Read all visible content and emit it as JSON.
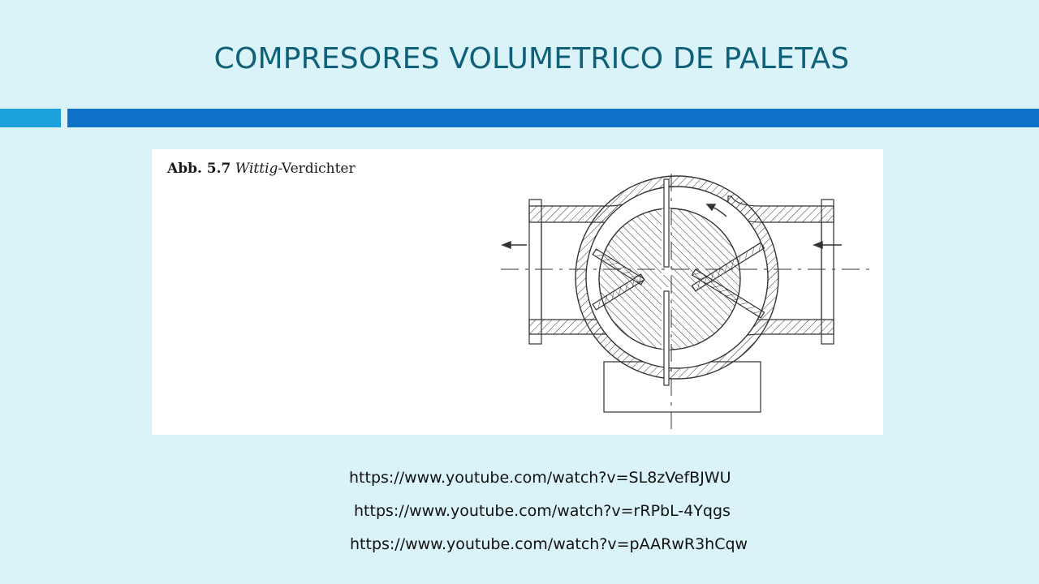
{
  "slide": {
    "title": "COMPRESORES VOLUMETRICO DE PALETAS"
  },
  "figure": {
    "caption_number": "Abb. 5.7",
    "caption_name": "Wittig",
    "caption_suffix": "-Verdichter"
  },
  "links": [
    "https://www.youtube.com/watch?v=SL8zVefBJWU",
    "https://www.youtube.com/watch?v=rRPbL-4Yqgs",
    "https://www.youtube.com/watch?v=pAARwR3hCqw"
  ],
  "colors": {
    "background": "#daf3f8",
    "title": "#0f6079",
    "bar_left": "#1aa1dc",
    "bar_right": "#0e72c9"
  }
}
